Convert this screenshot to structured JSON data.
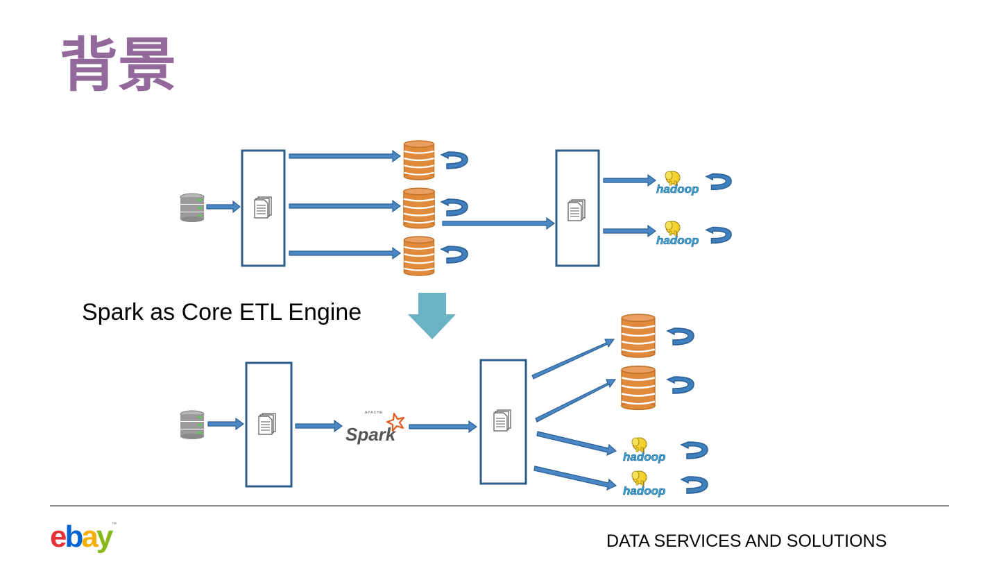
{
  "slide": {
    "title": "背景",
    "caption": "Spark as Core ETL Engine",
    "footer": "DATA SERVICES AND SOLUTIONS"
  },
  "logo": {
    "letters": [
      "e",
      "b",
      "a",
      "y"
    ],
    "colors": [
      "#e53238",
      "#0064d2",
      "#f5af02",
      "#86b817"
    ],
    "trademark": "™"
  },
  "diagram": {
    "top_flow": {
      "description_nodes": [
        "database-icon",
        "file-box",
        "orange-db-stack",
        "orange-db-stack",
        "orange-db-stack",
        "file-box",
        "hadoop-logo",
        "hadoop-logo"
      ]
    },
    "bottom_flow": {
      "spark_label": "Spark",
      "spark_small": "APACHE",
      "hadoop_label": "hadoop"
    },
    "hadoop_label": "hadoop"
  },
  "colors": {
    "title": "#93689a",
    "arrow_fill": "#4a87c3",
    "arrow_stroke": "#2a5f95",
    "box_stroke": "#2c5b8c",
    "db_orange": "#e08a3c",
    "transition_arrow": "#6bb3c4"
  }
}
